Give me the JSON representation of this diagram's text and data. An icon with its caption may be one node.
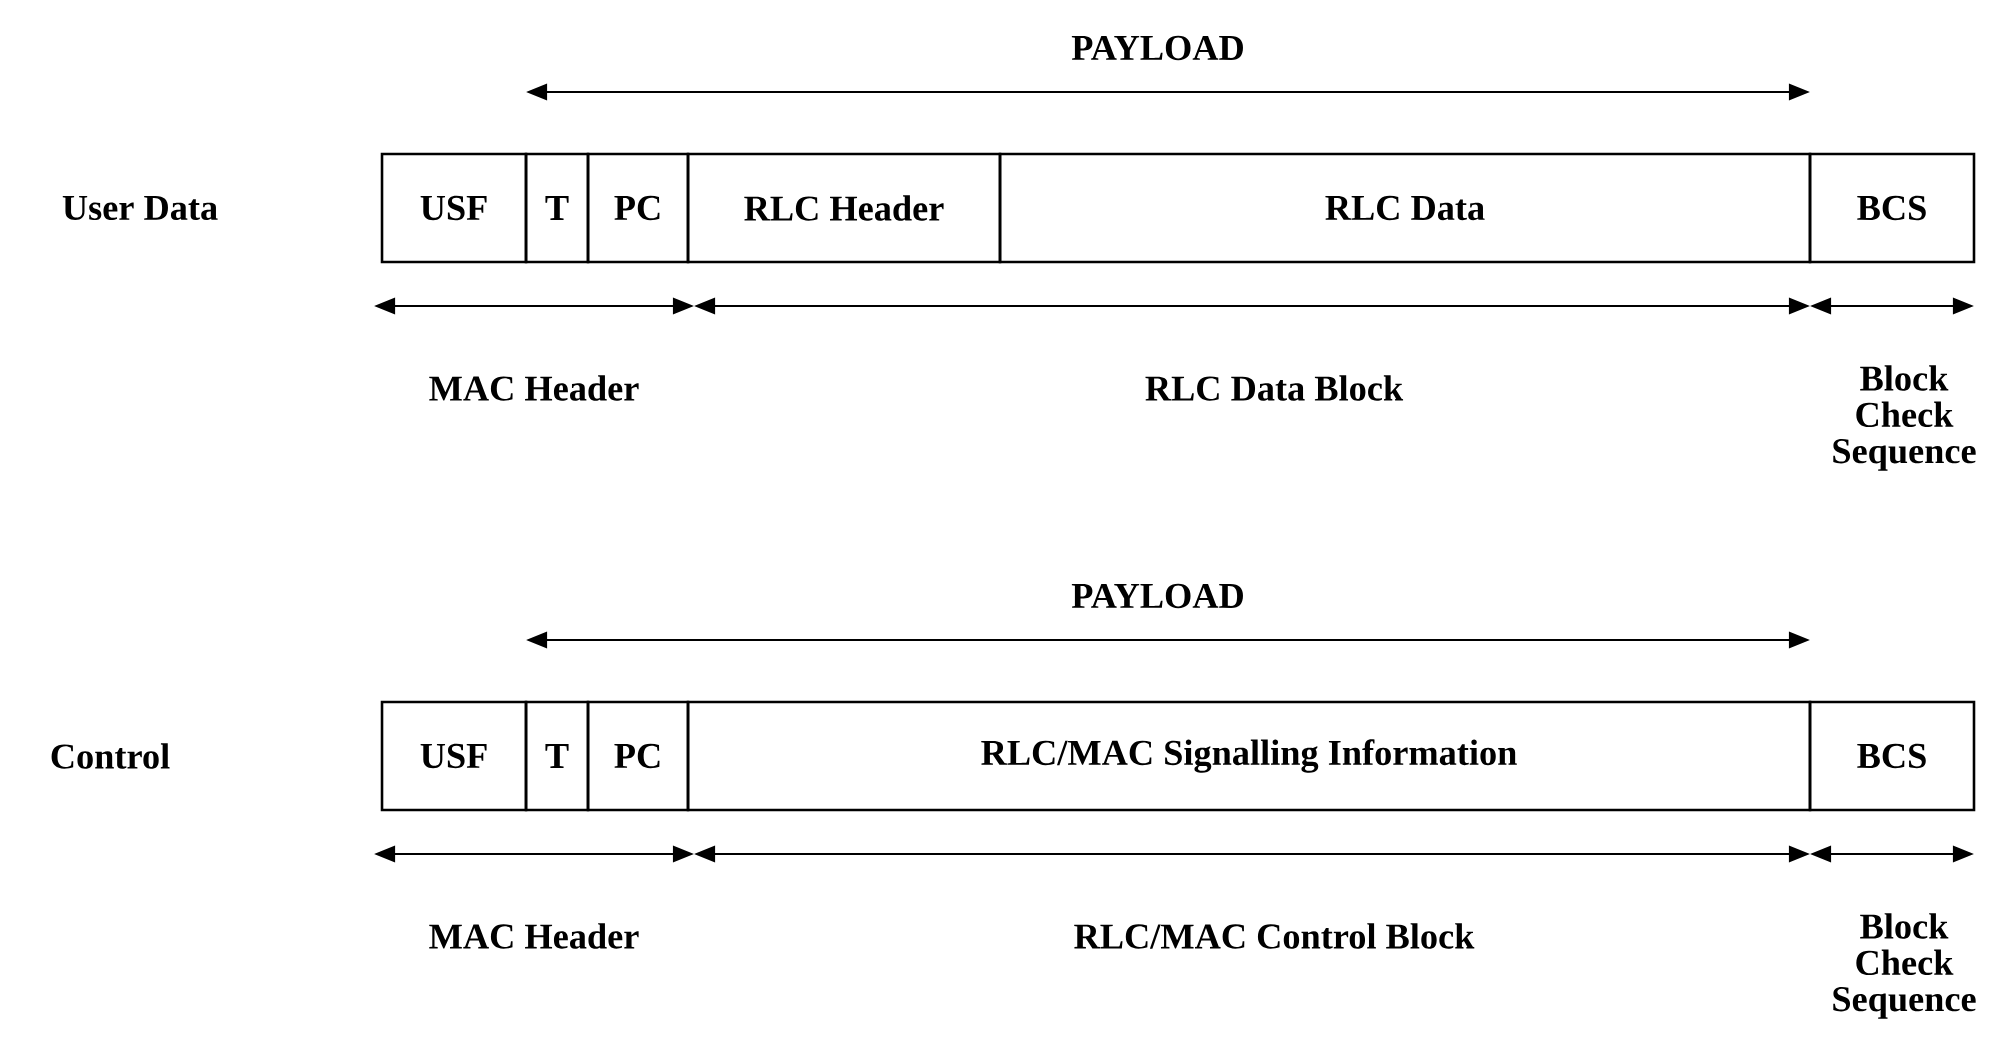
{
  "diagram": {
    "nodes": [
      {
        "text": [
          "USF"
        ]
      },
      {
        "text": [
          "T"
        ]
      },
      {
        "text": [
          "PC"
        ]
      },
      {
        "text": [
          "RLC Header"
        ]
      },
      {
        "text": [
          "RLC Data"
        ]
      },
      {
        "text": [
          "BCS"
        ]
      },
      {
        "text": [
          "USF"
        ]
      },
      {
        "text": [
          "T"
        ]
      },
      {
        "text": [
          "PC"
        ]
      },
      {
        "text": [
          "RLC/MAC Signalling Information"
        ]
      },
      {
        "text": [
          "BCS"
        ]
      }
    ],
    "labels": [
      "PAYLOAD",
      "User Data",
      "MAC Header",
      "RLC Data Block",
      "Block Check Sequence",
      "PAYLOAD",
      "Control",
      "MAC Header",
      "RLC/MAC Control Block",
      "Block Check Sequence"
    ]
  }
}
